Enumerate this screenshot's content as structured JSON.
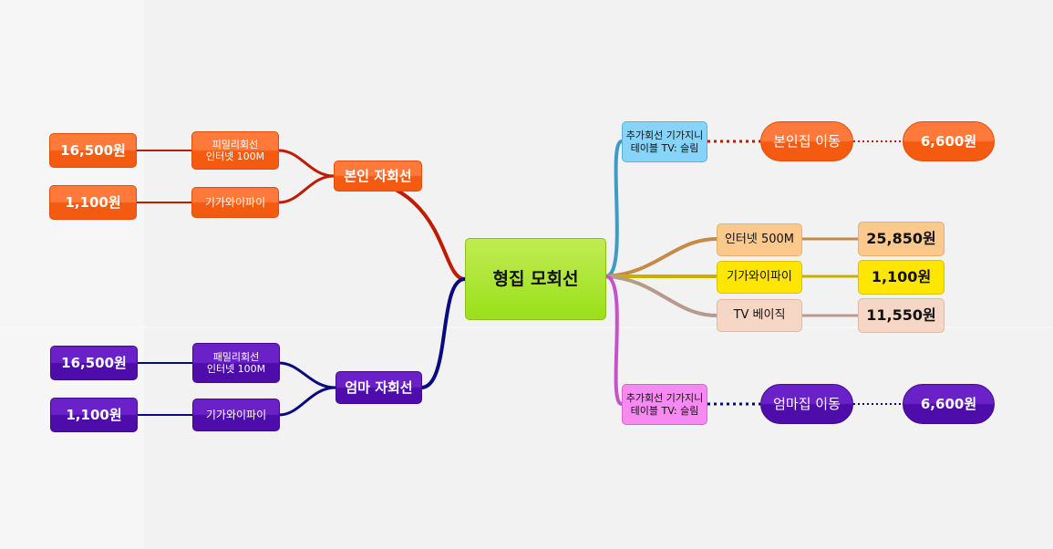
{
  "center": {
    "label": "형집 모회선"
  },
  "left": {
    "self": {
      "label": "본인 자회선",
      "items": [
        {
          "label": "피밀리회선\n인터넷 100M",
          "price": "16,500원"
        },
        {
          "label": "기가와이파이",
          "price": "1,100원"
        }
      ]
    },
    "mom": {
      "label": "엄마 자회선",
      "items": [
        {
          "label": "패밀리회선\n인터넷 100M",
          "price": "16,500원"
        },
        {
          "label": "기가와이파이",
          "price": "1,100원"
        }
      ]
    }
  },
  "right": {
    "top": {
      "label": "추가회선 기가지니\n테이블 TV: 슬림",
      "move": "본인집 이동",
      "price": "6,600원"
    },
    "services": [
      {
        "label": "인터넷 500M",
        "price": "25,850원"
      },
      {
        "label": "기가와이파이",
        "price": "1,100원"
      },
      {
        "label": "TV 베이직",
        "price": "11,550원"
      }
    ],
    "bottom": {
      "label": "추가회선 기가지니\n테이블 TV: 슬림",
      "move": "엄마집 이동",
      "price": "6,600원"
    }
  },
  "colors": {
    "center": "#9be01a",
    "self_branch": "#c01a00",
    "mom_branch": "#0a0a80",
    "top_branch": "#3f9ac4",
    "bottom_branch": "#c452c8",
    "internet_branch": "#c58a45",
    "wifi_branch": "#c8b000",
    "tv_branch": "#b89a8c"
  }
}
